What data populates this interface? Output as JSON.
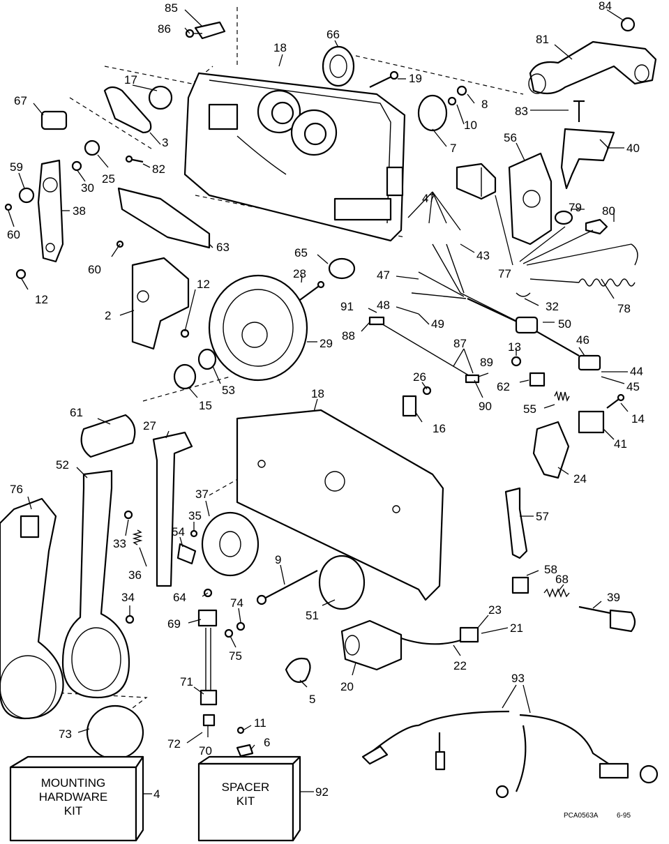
{
  "callouts": [
    {
      "id": "85",
      "label": "85"
    },
    {
      "id": "86",
      "label": "86"
    },
    {
      "id": "18-top",
      "label": "18"
    },
    {
      "id": "66",
      "label": "66"
    },
    {
      "id": "84",
      "label": "84"
    },
    {
      "id": "81",
      "label": "81"
    },
    {
      "id": "17",
      "label": "17"
    },
    {
      "id": "19",
      "label": "19"
    },
    {
      "id": "67",
      "label": "67"
    },
    {
      "id": "8",
      "label": "8"
    },
    {
      "id": "10",
      "label": "10"
    },
    {
      "id": "83",
      "label": "83"
    },
    {
      "id": "3",
      "label": "3"
    },
    {
      "id": "7",
      "label": "7"
    },
    {
      "id": "56",
      "label": "56"
    },
    {
      "id": "40",
      "label": "40"
    },
    {
      "id": "59",
      "label": "59"
    },
    {
      "id": "25",
      "label": "25"
    },
    {
      "id": "82",
      "label": "82"
    },
    {
      "id": "30",
      "label": "30"
    },
    {
      "id": "38",
      "label": "38"
    },
    {
      "id": "60-a",
      "label": "60"
    },
    {
      "id": "47-a",
      "label": "47"
    },
    {
      "id": "79",
      "label": "79"
    },
    {
      "id": "80",
      "label": "80"
    },
    {
      "id": "63",
      "label": "63"
    },
    {
      "id": "43",
      "label": "43"
    },
    {
      "id": "77",
      "label": "77"
    },
    {
      "id": "60-b",
      "label": "60"
    },
    {
      "id": "65",
      "label": "65"
    },
    {
      "id": "28",
      "label": "28"
    },
    {
      "id": "47-b",
      "label": "47"
    },
    {
      "id": "12-a",
      "label": "12"
    },
    {
      "id": "12-b",
      "label": "12"
    },
    {
      "id": "32",
      "label": "32"
    },
    {
      "id": "78",
      "label": "78"
    },
    {
      "id": "91",
      "label": "91"
    },
    {
      "id": "48",
      "label": "48"
    },
    {
      "id": "49",
      "label": "49"
    },
    {
      "id": "2",
      "label": "2"
    },
    {
      "id": "50",
      "label": "50"
    },
    {
      "id": "88",
      "label": "88"
    },
    {
      "id": "29",
      "label": "29"
    },
    {
      "id": "46",
      "label": "46"
    },
    {
      "id": "87",
      "label": "87"
    },
    {
      "id": "13",
      "label": "13"
    },
    {
      "id": "89",
      "label": "89"
    },
    {
      "id": "44",
      "label": "44"
    },
    {
      "id": "53",
      "label": "53"
    },
    {
      "id": "26",
      "label": "26"
    },
    {
      "id": "62",
      "label": "62"
    },
    {
      "id": "45",
      "label": "45"
    },
    {
      "id": "15",
      "label": "15"
    },
    {
      "id": "90",
      "label": "90"
    },
    {
      "id": "55",
      "label": "55"
    },
    {
      "id": "14",
      "label": "14"
    },
    {
      "id": "18-mid",
      "label": "18"
    },
    {
      "id": "16",
      "label": "16"
    },
    {
      "id": "61",
      "label": "61"
    },
    {
      "id": "27",
      "label": "27"
    },
    {
      "id": "41",
      "label": "41"
    },
    {
      "id": "24",
      "label": "24"
    },
    {
      "id": "52",
      "label": "52"
    },
    {
      "id": "76",
      "label": "76"
    },
    {
      "id": "37",
      "label": "37"
    },
    {
      "id": "57",
      "label": "57"
    },
    {
      "id": "35",
      "label": "35"
    },
    {
      "id": "54",
      "label": "54"
    },
    {
      "id": "33",
      "label": "33"
    },
    {
      "id": "36",
      "label": "36"
    },
    {
      "id": "9",
      "label": "9"
    },
    {
      "id": "58",
      "label": "58"
    },
    {
      "id": "68",
      "label": "68"
    },
    {
      "id": "64",
      "label": "64"
    },
    {
      "id": "34",
      "label": "34"
    },
    {
      "id": "39",
      "label": "39"
    },
    {
      "id": "74",
      "label": "74"
    },
    {
      "id": "51",
      "label": "51"
    },
    {
      "id": "69",
      "label": "69"
    },
    {
      "id": "23",
      "label": "23"
    },
    {
      "id": "21",
      "label": "21"
    },
    {
      "id": "75",
      "label": "75"
    },
    {
      "id": "22",
      "label": "22"
    },
    {
      "id": "20",
      "label": "20"
    },
    {
      "id": "71",
      "label": "71"
    },
    {
      "id": "5",
      "label": "5"
    },
    {
      "id": "93",
      "label": "93"
    },
    {
      "id": "73",
      "label": "73"
    },
    {
      "id": "11",
      "label": "11"
    },
    {
      "id": "6",
      "label": "6"
    },
    {
      "id": "72",
      "label": "72"
    },
    {
      "id": "70",
      "label": "70"
    },
    {
      "id": "4",
      "label": "4"
    },
    {
      "id": "92",
      "label": "92"
    }
  ],
  "kits": {
    "mounting": {
      "line1": "MOUNTING",
      "line2": "HARDWARE",
      "line3": "KIT"
    },
    "spacer": {
      "line1": "SPACER",
      "line2": "KIT"
    }
  },
  "footer": {
    "code": "PCA0563A",
    "date": "6-95"
  }
}
